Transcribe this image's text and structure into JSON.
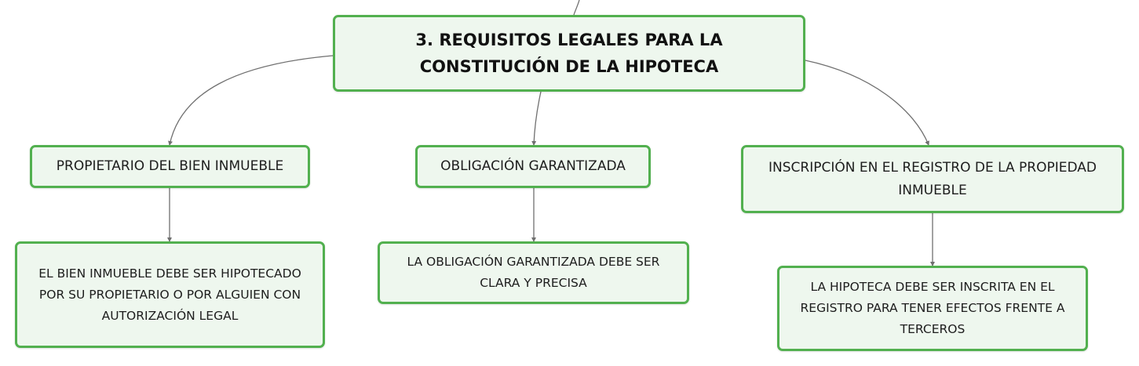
{
  "root": {
    "title": "3. REQUISITOS LEGALES PARA LA CONSTITUCIÓN DE LA HIPOTECA"
  },
  "branches": [
    {
      "label": "PROPIETARIO DEL BIEN INMUEBLE",
      "detail": "EL BIEN INMUEBLE DEBE SER HIPOTECADO POR SU PROPIETARIO O POR ALGUIEN CON AUTORIZACIÓN LEGAL"
    },
    {
      "label": "OBLIGACIÓN GARANTIZADA",
      "detail": "LA OBLIGACIÓN GARANTIZADA DEBE SER CLARA Y PRECISA"
    },
    {
      "label": "INSCRIPCIÓN EN EL REGISTRO DE LA PROPIEDAD INMUEBLE",
      "detail": "LA HIPOTECA DEBE SER INSCRITA EN EL REGISTRO PARA TENER EFECTOS FRENTE A TERCEROS"
    }
  ],
  "colors": {
    "node_border": "#52b04f",
    "node_fill": "#eef7ee",
    "connector": "#707070"
  }
}
